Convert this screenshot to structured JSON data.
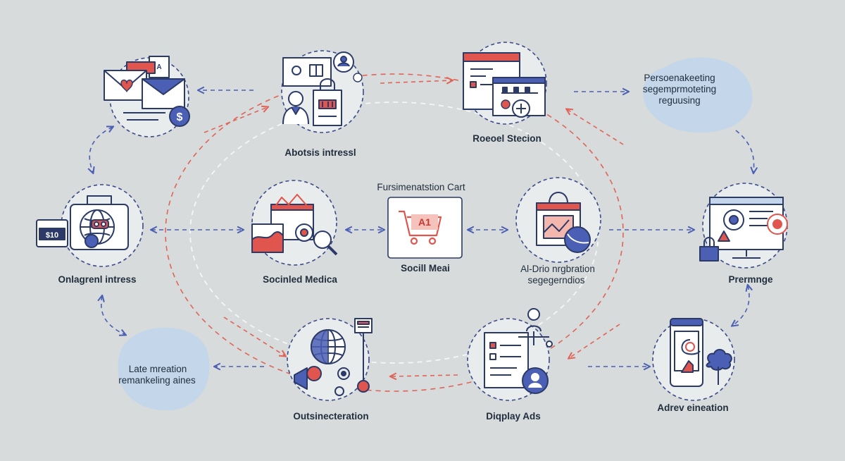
{
  "nodes": {
    "email": {
      "icon": "email-campaign-icon"
    },
    "interests": {
      "label": "Abotsis intressl",
      "icon": "user-profile-icon"
    },
    "recommendation": {
      "label": "Roeoel Stecion",
      "icon": "browser-dashboard-icon"
    },
    "personalized": {
      "line1": "Persoenakeeting",
      "line2": "segemprmoteting",
      "line3": "reguusing"
    },
    "online": {
      "label": "Onlagrenl intress",
      "icon": "online-shopping-globe-icon"
    },
    "social_media": {
      "label": "Socinled Medica",
      "icon": "analytics-search-icon"
    },
    "cart": {
      "title": "Fursimenatstion Cart",
      "badge": "A1",
      "label": "Socill Meai",
      "icon": "shopping-cart-icon"
    },
    "ai": {
      "line1": "Al-Drio nrgbration",
      "line2": "segegerndios",
      "icon": "ai-analytics-icon"
    },
    "premium": {
      "label": "Prermnge",
      "icon": "monitor-target-icon"
    },
    "late": {
      "line1": "Late mreation",
      "line2": "remankeling aines"
    },
    "outsinecter": {
      "label": "Outsinecteration",
      "icon": "globe-network-icon"
    },
    "display_ads": {
      "label": "Diqplay Ads",
      "icon": "document-ads-icon"
    },
    "adrev": {
      "label": "Adrev eineation",
      "icon": "mobile-app-icon"
    }
  },
  "colors": {
    "background": "#d7dbdb",
    "navy": "#2b3a67",
    "accent_red": "#e0554d",
    "arrow_blue": "#4b5fb5",
    "arrow_red": "#e06458",
    "blob_blue": "#c3d6ea"
  }
}
